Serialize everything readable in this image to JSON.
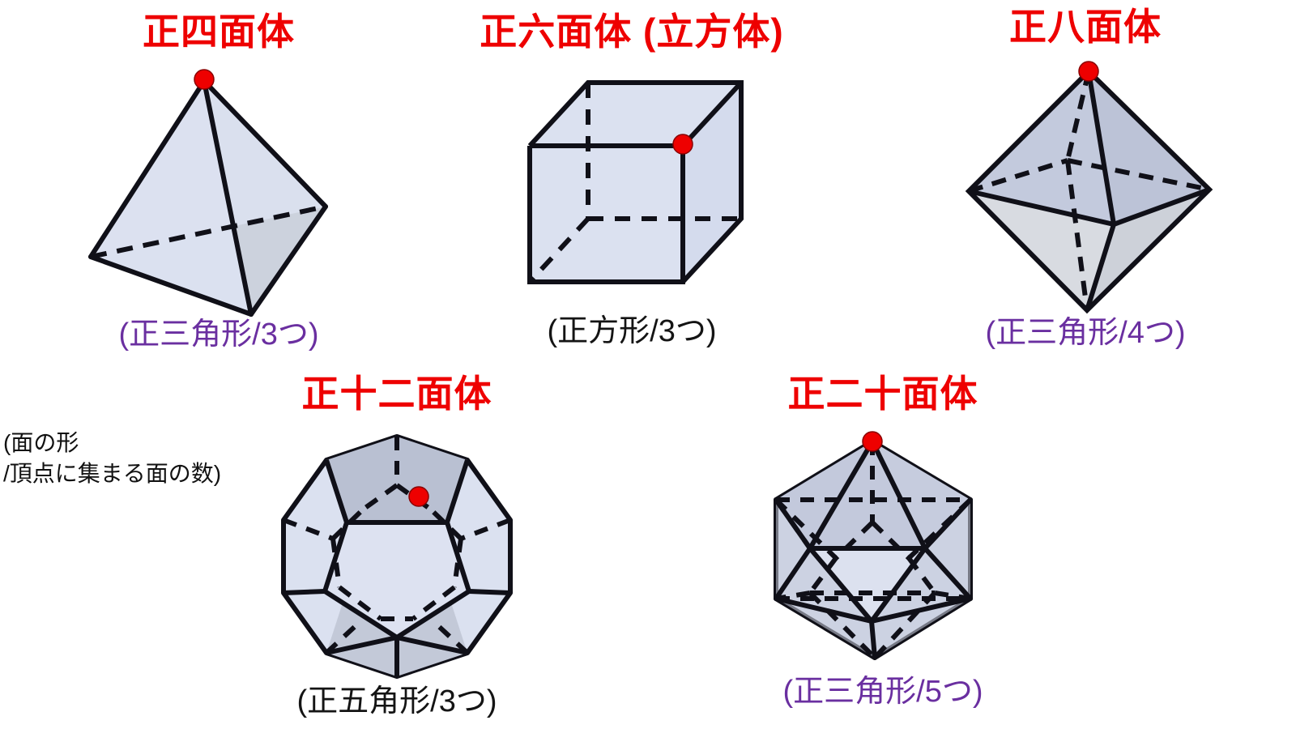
{
  "page": {
    "background_color": "#ffffff",
    "title_color": "#ee0000",
    "caption_purple": "#6a2fa0",
    "caption_black": "#141414",
    "vertex_marker_color": "#ee0000",
    "face_fill_light": "#dbe1f0",
    "face_fill_mid": "#c8cfe0",
    "face_fill_dark": "#b9c0d2",
    "face_fill_gray": "#d6d9de",
    "edge_color": "#101018"
  },
  "legend": {
    "line1": "(面の形",
    "line2": "/頂点に集まる面の数)"
  },
  "solids": [
    {
      "id": "tetrahedron",
      "title": "正四面体",
      "caption": "(正三角形/3つ)",
      "caption_color_name": "purple",
      "face_shape": "正三角形",
      "faces_per_vertex": "3つ",
      "marker": "red-vertex-dot"
    },
    {
      "id": "hexahedron",
      "title": "正六面体 (立方体)",
      "caption": "(正方形/3つ)",
      "caption_color_name": "black",
      "face_shape": "正方形",
      "faces_per_vertex": "3つ",
      "marker": "red-vertex-dot"
    },
    {
      "id": "octahedron",
      "title": "正八面体",
      "caption": "(正三角形/4つ)",
      "caption_color_name": "purple",
      "face_shape": "正三角形",
      "faces_per_vertex": "4つ",
      "marker": "red-vertex-dot"
    },
    {
      "id": "dodecahedron",
      "title": "正十二面体",
      "caption": "(正五角形/3つ)",
      "caption_color_name": "black",
      "face_shape": "正五角形",
      "faces_per_vertex": "3つ",
      "marker": "red-vertex-dot"
    },
    {
      "id": "icosahedron",
      "title": "正二十面体",
      "caption": "(正三角形/5つ)",
      "caption_color_name": "purple",
      "face_shape": "正三角形",
      "faces_per_vertex": "5つ",
      "marker": "red-vertex-dot"
    }
  ]
}
